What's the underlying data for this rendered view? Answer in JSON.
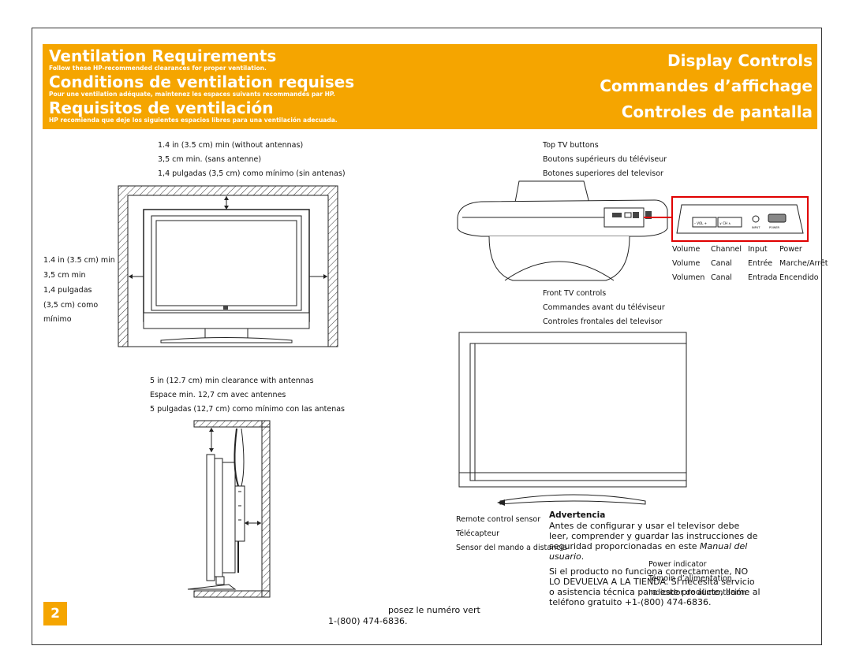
{
  "header": {
    "titles": [
      {
        "title": "Ventilation Requirements",
        "subtitle": "Follow these HP-recommended clearances for proper ventilation."
      },
      {
        "title": "Conditions de ventilation requises",
        "subtitle": "Pour une ventilation adéquate, maintenez les espaces suivants recommandés par HP."
      },
      {
        "title": "Requisitos de ventilación",
        "subtitle": "HP recomienda que deje los siguientes espacios libres para una ventilación adecuada."
      }
    ],
    "right_titles": [
      "Display Controls",
      "Commandes d’affichage",
      "Controles de pantalla"
    ],
    "accent_color": "#f5a500"
  },
  "ventilation": {
    "top_clearance": [
      "1.4 in (3.5 cm) min (without antennas)",
      "3,5 cm min. (sans antenne)",
      "1,4 pulgadas (3,5 cm) como mínimo (sin antenas)"
    ],
    "side_clearance": [
      "1.4 in (3.5 cm) min",
      "3,5 cm min",
      "1,4 pulgadas",
      "(3,5 cm) como",
      "mínimo"
    ],
    "antenna_clearance": [
      "5 in (12.7 cm) min clearance with antennas",
      "Espace min. 12,7 cm avec antennes",
      "5 pulgadas (12,7 cm) como mínimo con las antenas"
    ]
  },
  "controls": {
    "top_buttons": [
      "Top TV buttons",
      "Boutons supérieurs du téléviseur",
      "Botones superiores del televisor"
    ],
    "button_labels": {
      "volume": [
        "Volume",
        "Volume",
        "Volumen"
      ],
      "channel": [
        "Channel",
        "Canal",
        "Canal"
      ],
      "input": [
        "Input",
        "Entrée",
        "Entrada"
      ],
      "power": [
        "Power",
        "Marche/Arrêt",
        "Encendido"
      ]
    },
    "panel_markings": {
      "vol": "– VOL +",
      "ch": "∨ CH ∧",
      "input": "INPUT",
      "power": "POWER"
    },
    "front_controls": [
      "Front TV controls",
      "Commandes avant du téléviseur",
      "Controles frontales del televisor"
    ],
    "remote_sensor": [
      "Remote control sensor",
      "Télécapteur",
      "Sensor del mando a distancia"
    ],
    "power_indicator": [
      "Power indicator",
      "Témoin d’alimentation",
      "Indicador de alimentación"
    ]
  },
  "warning": {
    "title": "Advertencia",
    "para1": "Antes de configurar y usar el televisor debe leer, comprender y guardar las instrucciones de seguridad proporcionadas en este ",
    "manual": "Manual del usuario",
    "para1_end": ".",
    "para2": "Si el producto no funciona correctamente, NO LO DEVUELVA A LA TIENDA. Si necesita servicio o asistencia técnica para este producto, llame al teléfono gratuito +1-(800) 474-6836."
  },
  "overlap_text": [
    "posez le numéro vert",
    "1-(800) 474-6836."
  ],
  "page_number": "2"
}
